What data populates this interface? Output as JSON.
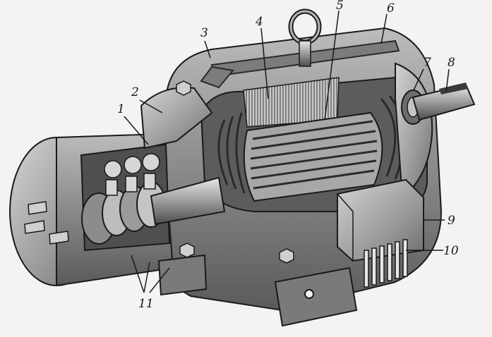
{
  "figure": {
    "kind": "cutaway illustration of an electric motor with slip rings",
    "style": "grayscale engraving"
  },
  "callouts": [
    {
      "id": "1",
      "text": "1"
    },
    {
      "id": "2",
      "text": "2"
    },
    {
      "id": "3",
      "text": "3"
    },
    {
      "id": "4",
      "text": "4"
    },
    {
      "id": "5",
      "text": "5"
    },
    {
      "id": "6",
      "text": "6"
    },
    {
      "id": "7",
      "text": "7"
    },
    {
      "id": "8",
      "text": "8"
    },
    {
      "id": "9",
      "text": "9"
    },
    {
      "id": "10",
      "text": "10"
    },
    {
      "id": "11",
      "text": "11"
    }
  ],
  "colors": {
    "background": "#f4f3f1",
    "ink": "#1a1a1a",
    "housing": "#8d8d8d",
    "housing_light": "#c9c9c9",
    "housing_dark": "#4a4a4a"
  }
}
